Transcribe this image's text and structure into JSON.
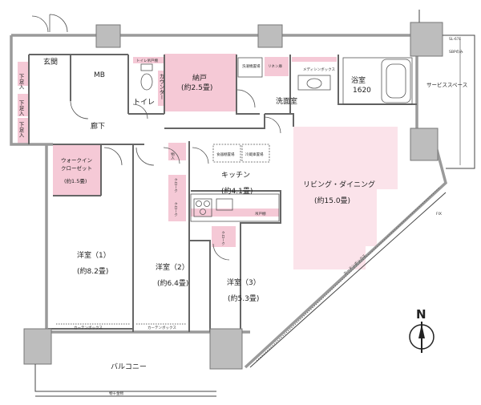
{
  "floor_plan": {
    "rooms": {
      "entrance": "玄関",
      "mb": "MB",
      "corridor": "廊下",
      "shoe_box_1": "下足入",
      "shoe_box_2": "下足入",
      "shoe_box_3": "下足入",
      "toilet": "トイレ",
      "counter": "カウンター",
      "toilet_shelf": "トイレ吊戸棚",
      "storage_name": "納戸",
      "storage_size": "(約2.5畳)",
      "washroom": "洗面室",
      "washer_place": "洗濯機置場",
      "linen": "リネン庫",
      "medicine_box": "メディシンボックス",
      "bath_name": "浴室",
      "bath_size": "1620",
      "service_space": "サービススペース",
      "wic_line1": "ウォークイン",
      "wic_line2": "クローゼット",
      "wic_size": "(約1.5畳)",
      "storage_small": "物入",
      "closet_1": "クローク",
      "closet_2": "クローク",
      "closet_3": "クローク",
      "kitchen_name": "キッチン",
      "kitchen_size": "(約4.1畳)",
      "cupboard": "食器棚置場",
      "fridge": "冷蔵庫置場",
      "kitchen_shelf": "吊戸棚",
      "ldk_name": "リビング・ダイニング",
      "ldk_size": "(約15.0畳)",
      "room1_name": "洋室（1）",
      "room1_size": "(約8.2畳)",
      "room2_name": "洋室（2）",
      "room2_size": "(約6.4畳)",
      "room3_name": "洋室（3）",
      "room3_size": "(約5.3畳)",
      "balcony": "バルコニー",
      "curtain_box_1": "カーテンボックス",
      "curtain_box_2": "カーテンボックス",
      "curtain_box_diag": "カーテンボックス",
      "handrail": "物干金物",
      "sl_label": "SL-67F",
      "sbp_label": "SBPのみ",
      "fix": "FIX"
    },
    "compass_label": "N",
    "colors": {
      "pink": "#f5c9d6",
      "ldk_pink": "#fbe3ea",
      "wall": "#9a9a9a",
      "pillar": "#bdbdbd",
      "line": "#444444"
    }
  }
}
